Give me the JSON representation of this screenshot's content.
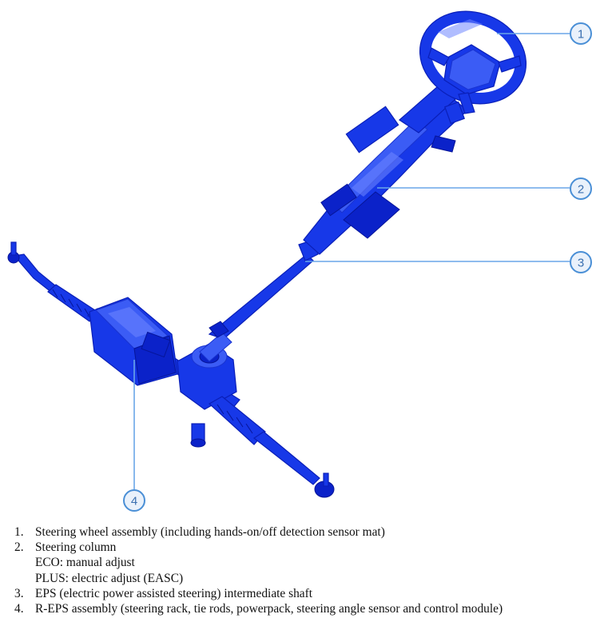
{
  "callouts": [
    {
      "id": "1"
    },
    {
      "id": "2"
    },
    {
      "id": "3"
    },
    {
      "id": "4"
    }
  ],
  "legend": [
    {
      "number": "1.",
      "text": "Steering wheel assembly (including hands-on/off detection sensor mat)",
      "sub": []
    },
    {
      "number": "2.",
      "text": "Steering column",
      "sub": [
        "ECO: manual adjust",
        "PLUS: electric adjust (EASC)"
      ]
    },
    {
      "number": "3.",
      "text": "EPS (electric power assisted steering) intermediate shaft",
      "sub": []
    },
    {
      "number": "4.",
      "text": "R-EPS assembly (steering rack, tie rods, powerpack, steering angle sensor and control module)",
      "sub": []
    }
  ],
  "colors": {
    "part_blue": "#1738e8",
    "callout_stroke": "#4a8fd6",
    "callout_fill": "#e9f1fb",
    "legend_text": "#111111"
  },
  "icons": [
    "steering-wheel-illustration",
    "steering-column-illustration",
    "intermediate-shaft-illustration",
    "steering-rack-illustration"
  ]
}
